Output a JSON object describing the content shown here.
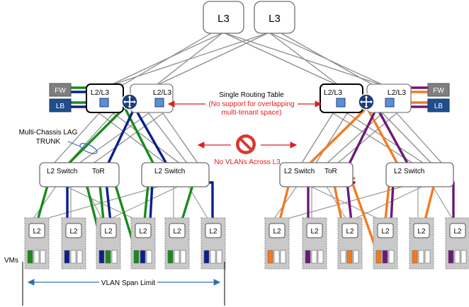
{
  "colors": {
    "green": "#1a8a1a",
    "blue": "#0b1f8c",
    "orange": "#f47a1f",
    "purple": "#6b1a78",
    "red": "#e01e1e",
    "gray_link": "#8c8c8c",
    "fw_fill": "#7f7f7f",
    "lb_fill": "#1f4e8c",
    "server_fill": "#c8c8c8",
    "arrow_blue": "#2f6fb5"
  },
  "core": {
    "left_label": "L3",
    "right_label": "L3"
  },
  "aggregation": {
    "left_a": "L2/L3",
    "left_b": "L2/L3",
    "right_a": "L2/L3",
    "right_b": "L2/L3"
  },
  "services": {
    "fw_left": "FW",
    "lb_left": "LB",
    "fw_right": "FW",
    "lb_right": "LB"
  },
  "annotations": {
    "routing_table": "Single Routing Table",
    "overlap_line1": "(No support for overlapping",
    "overlap_line2": "multi-tenant space)",
    "no_vlans": "No VLANs Across L3",
    "lag_line1": "Multi-Chassis LAG",
    "lag_line2": "TRUNK",
    "vms": "VMs",
    "span_limit": "VLAN Span Limit"
  },
  "tor_switches": [
    {
      "label": "L2 Switch",
      "tor": "ToR"
    },
    {
      "label": "L2 Switch",
      "tor": ""
    },
    {
      "label": "L2 Switch",
      "tor": "ToR"
    },
    {
      "label": "L2 Switch",
      "tor": ""
    }
  ],
  "servers": [
    {
      "label": "L2"
    },
    {
      "label": "L2"
    },
    {
      "label": "L2"
    },
    {
      "label": "L2"
    },
    {
      "label": "L2"
    },
    {
      "label": "L2"
    },
    {
      "label": "L2"
    },
    {
      "label": "L2"
    },
    {
      "label": "L2"
    },
    {
      "label": "L2"
    },
    {
      "label": "L2"
    },
    {
      "label": "L2"
    }
  ]
}
